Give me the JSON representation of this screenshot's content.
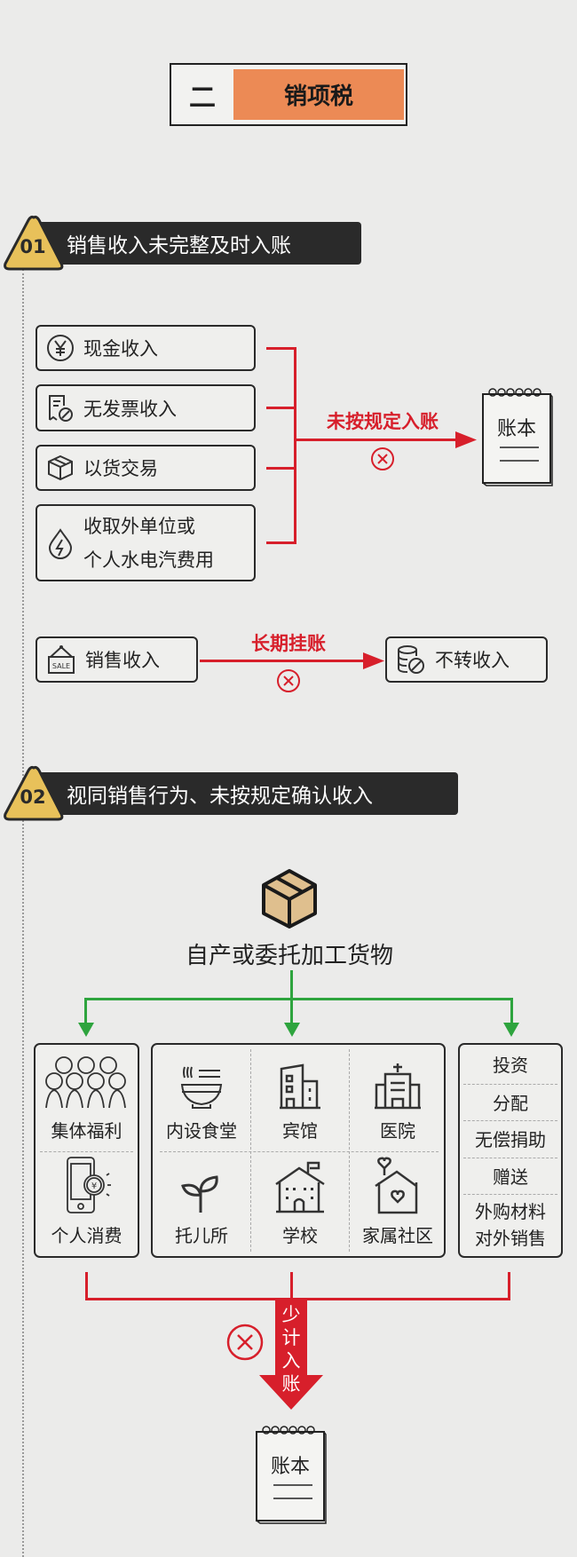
{
  "header": {
    "number": "二",
    "title": "销项税"
  },
  "section1": {
    "badge": "01",
    "title": "销售收入未完整及时入账",
    "items": [
      {
        "icon": "yen-icon",
        "label": "现金收入"
      },
      {
        "icon": "invoice-icon",
        "label": "无发票收入"
      },
      {
        "icon": "box-icon",
        "label": "以货交易"
      },
      {
        "icon": "utility-icon",
        "label_line1": "收取外单位或",
        "label_line2": "个人水电汽费用"
      }
    ],
    "arrow_label": "未按规定入账",
    "ledger_label": "账本",
    "sale_row": {
      "left_label": "销售收入",
      "left_icon": "sale-sign-icon",
      "sale_tag": "SALE",
      "arrow_label": "长期挂账",
      "right_label": "不转收入",
      "right_icon": "coins-blocked-icon"
    }
  },
  "section2": {
    "badge": "02",
    "title": "视同销售行为、未按规定确认收入",
    "source_label": "自产或委托加工货物",
    "left_box": [
      {
        "label": "集体福利",
        "icon": "group-icon"
      },
      {
        "label": "个人消费",
        "icon": "phone-pay-icon"
      }
    ],
    "middle_box": [
      {
        "label": "内设食堂",
        "icon": "bowl-icon"
      },
      {
        "label": "宾馆",
        "icon": "hotel-icon"
      },
      {
        "label": "医院",
        "icon": "hospital-icon"
      },
      {
        "label": "托儿所",
        "icon": "sprout-icon"
      },
      {
        "label": "学校",
        "icon": "school-icon"
      },
      {
        "label": "家属社区",
        "icon": "community-icon"
      }
    ],
    "right_box": [
      "投资",
      "分配",
      "无偿捐助",
      "赠送"
    ],
    "right_box_last": {
      "line1": "外购材料",
      "line2": "对外销售"
    },
    "arrow_label": [
      "少",
      "计",
      "入",
      "账"
    ],
    "ledger_label": "账本"
  },
  "colors": {
    "accent": "#ec8a55",
    "red": "#d71f2b",
    "green": "#2ea43e",
    "badge": "#e8c15a",
    "dark": "#2a2a2a"
  }
}
